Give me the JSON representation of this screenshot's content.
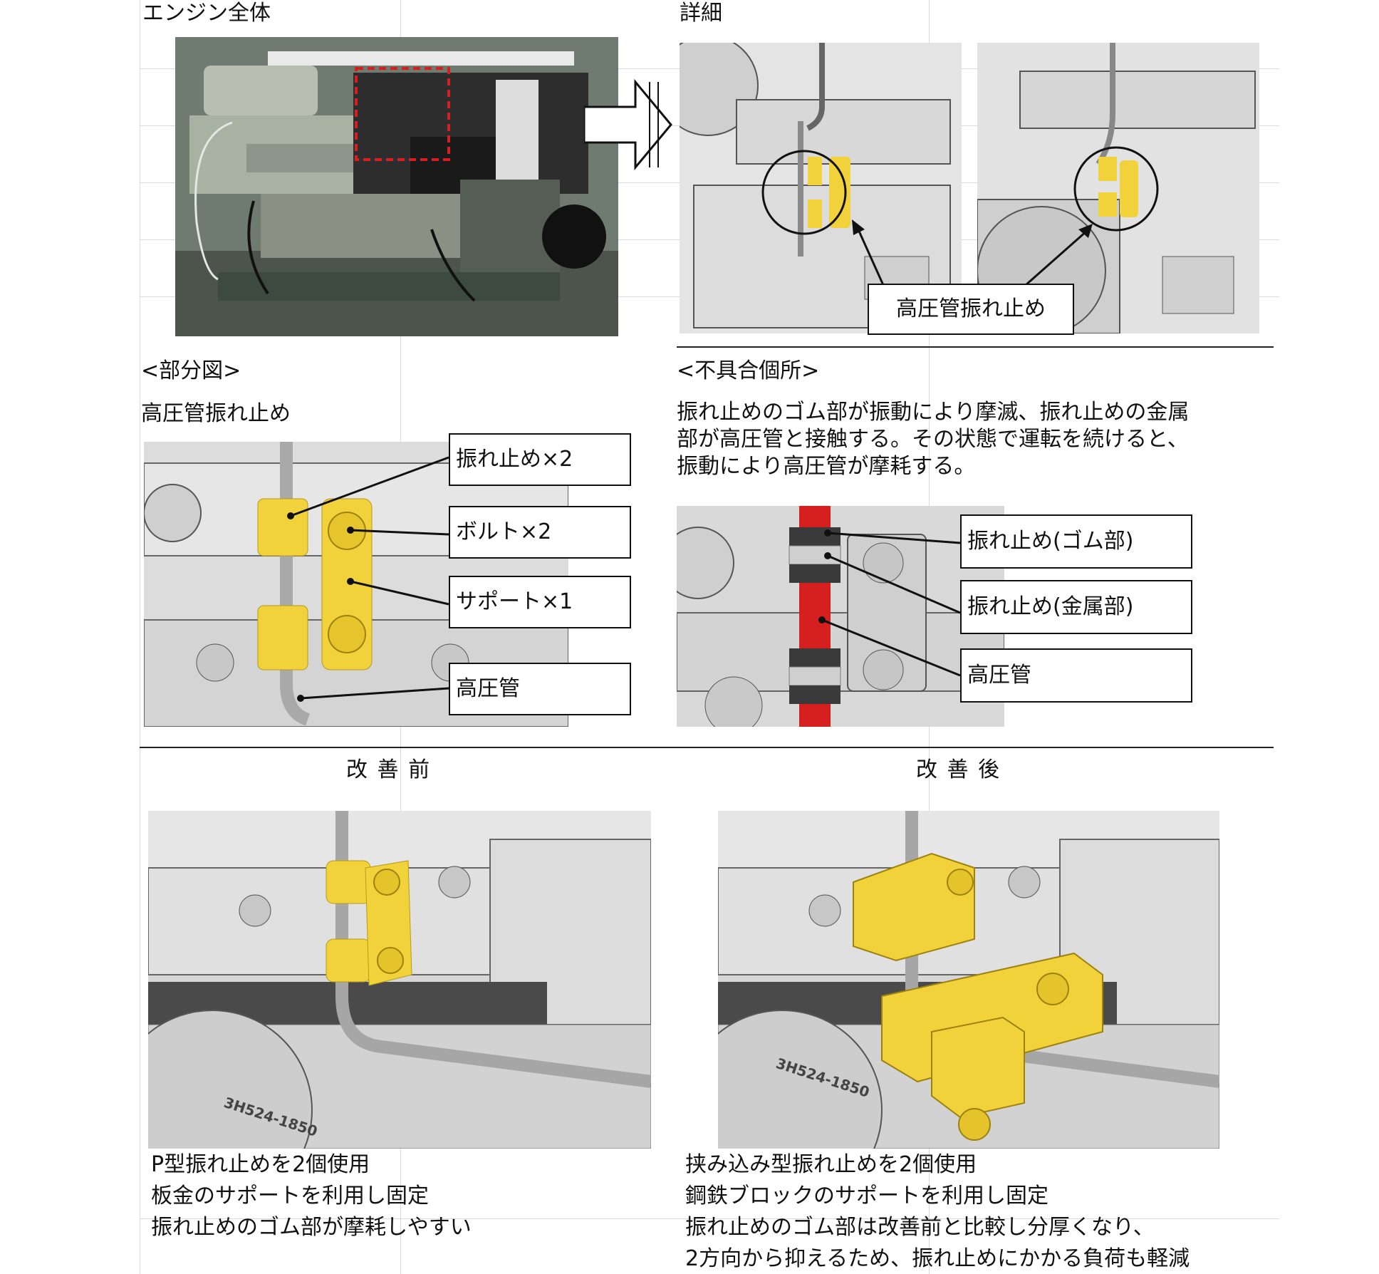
{
  "top_left": {
    "heading": "エンジン全体"
  },
  "top_right": {
    "heading": "詳細",
    "callout": "高圧管振れ止め"
  },
  "mid_left": {
    "heading": "<部分図>",
    "subheading": "高圧管振れ止め",
    "labels": [
      "振れ止め×2",
      "ボルト×2",
      "サポート×1",
      "高圧管"
    ]
  },
  "mid_right": {
    "heading": "<不具合個所>",
    "description": [
      "振れ止めのゴム部が振動により摩滅、振れ止めの金属",
      "部が高圧管と接触する。その状態で運転を続けると、",
      "振動により高圧管が摩耗する。"
    ],
    "labels": [
      "振れ止め(ゴム部)",
      "振れ止め(金属部)",
      "高圧管"
    ]
  },
  "before": {
    "heading": "改 善 前",
    "notes": [
      "P型振れ止めを2個使用",
      "板金のサポートを利用し固定",
      "振れ止めのゴム部が摩耗しやすい"
    ],
    "part_number": "3H524-1850"
  },
  "after": {
    "heading": "改 善 後",
    "notes": [
      "挟み込み型振れ止めを2個使用",
      "鋼鉄ブロックのサポートを利用し固定",
      "振れ止めのゴム部は改善前と比較し分厚くなり、",
      "2方向から抑えるため、振れ止めにかかる負荷も軽減"
    ],
    "part_number": "3H524-1850"
  },
  "colors": {
    "yellow": "#f1d23a",
    "red": "#d62020",
    "gray": "#bfbfbf"
  }
}
